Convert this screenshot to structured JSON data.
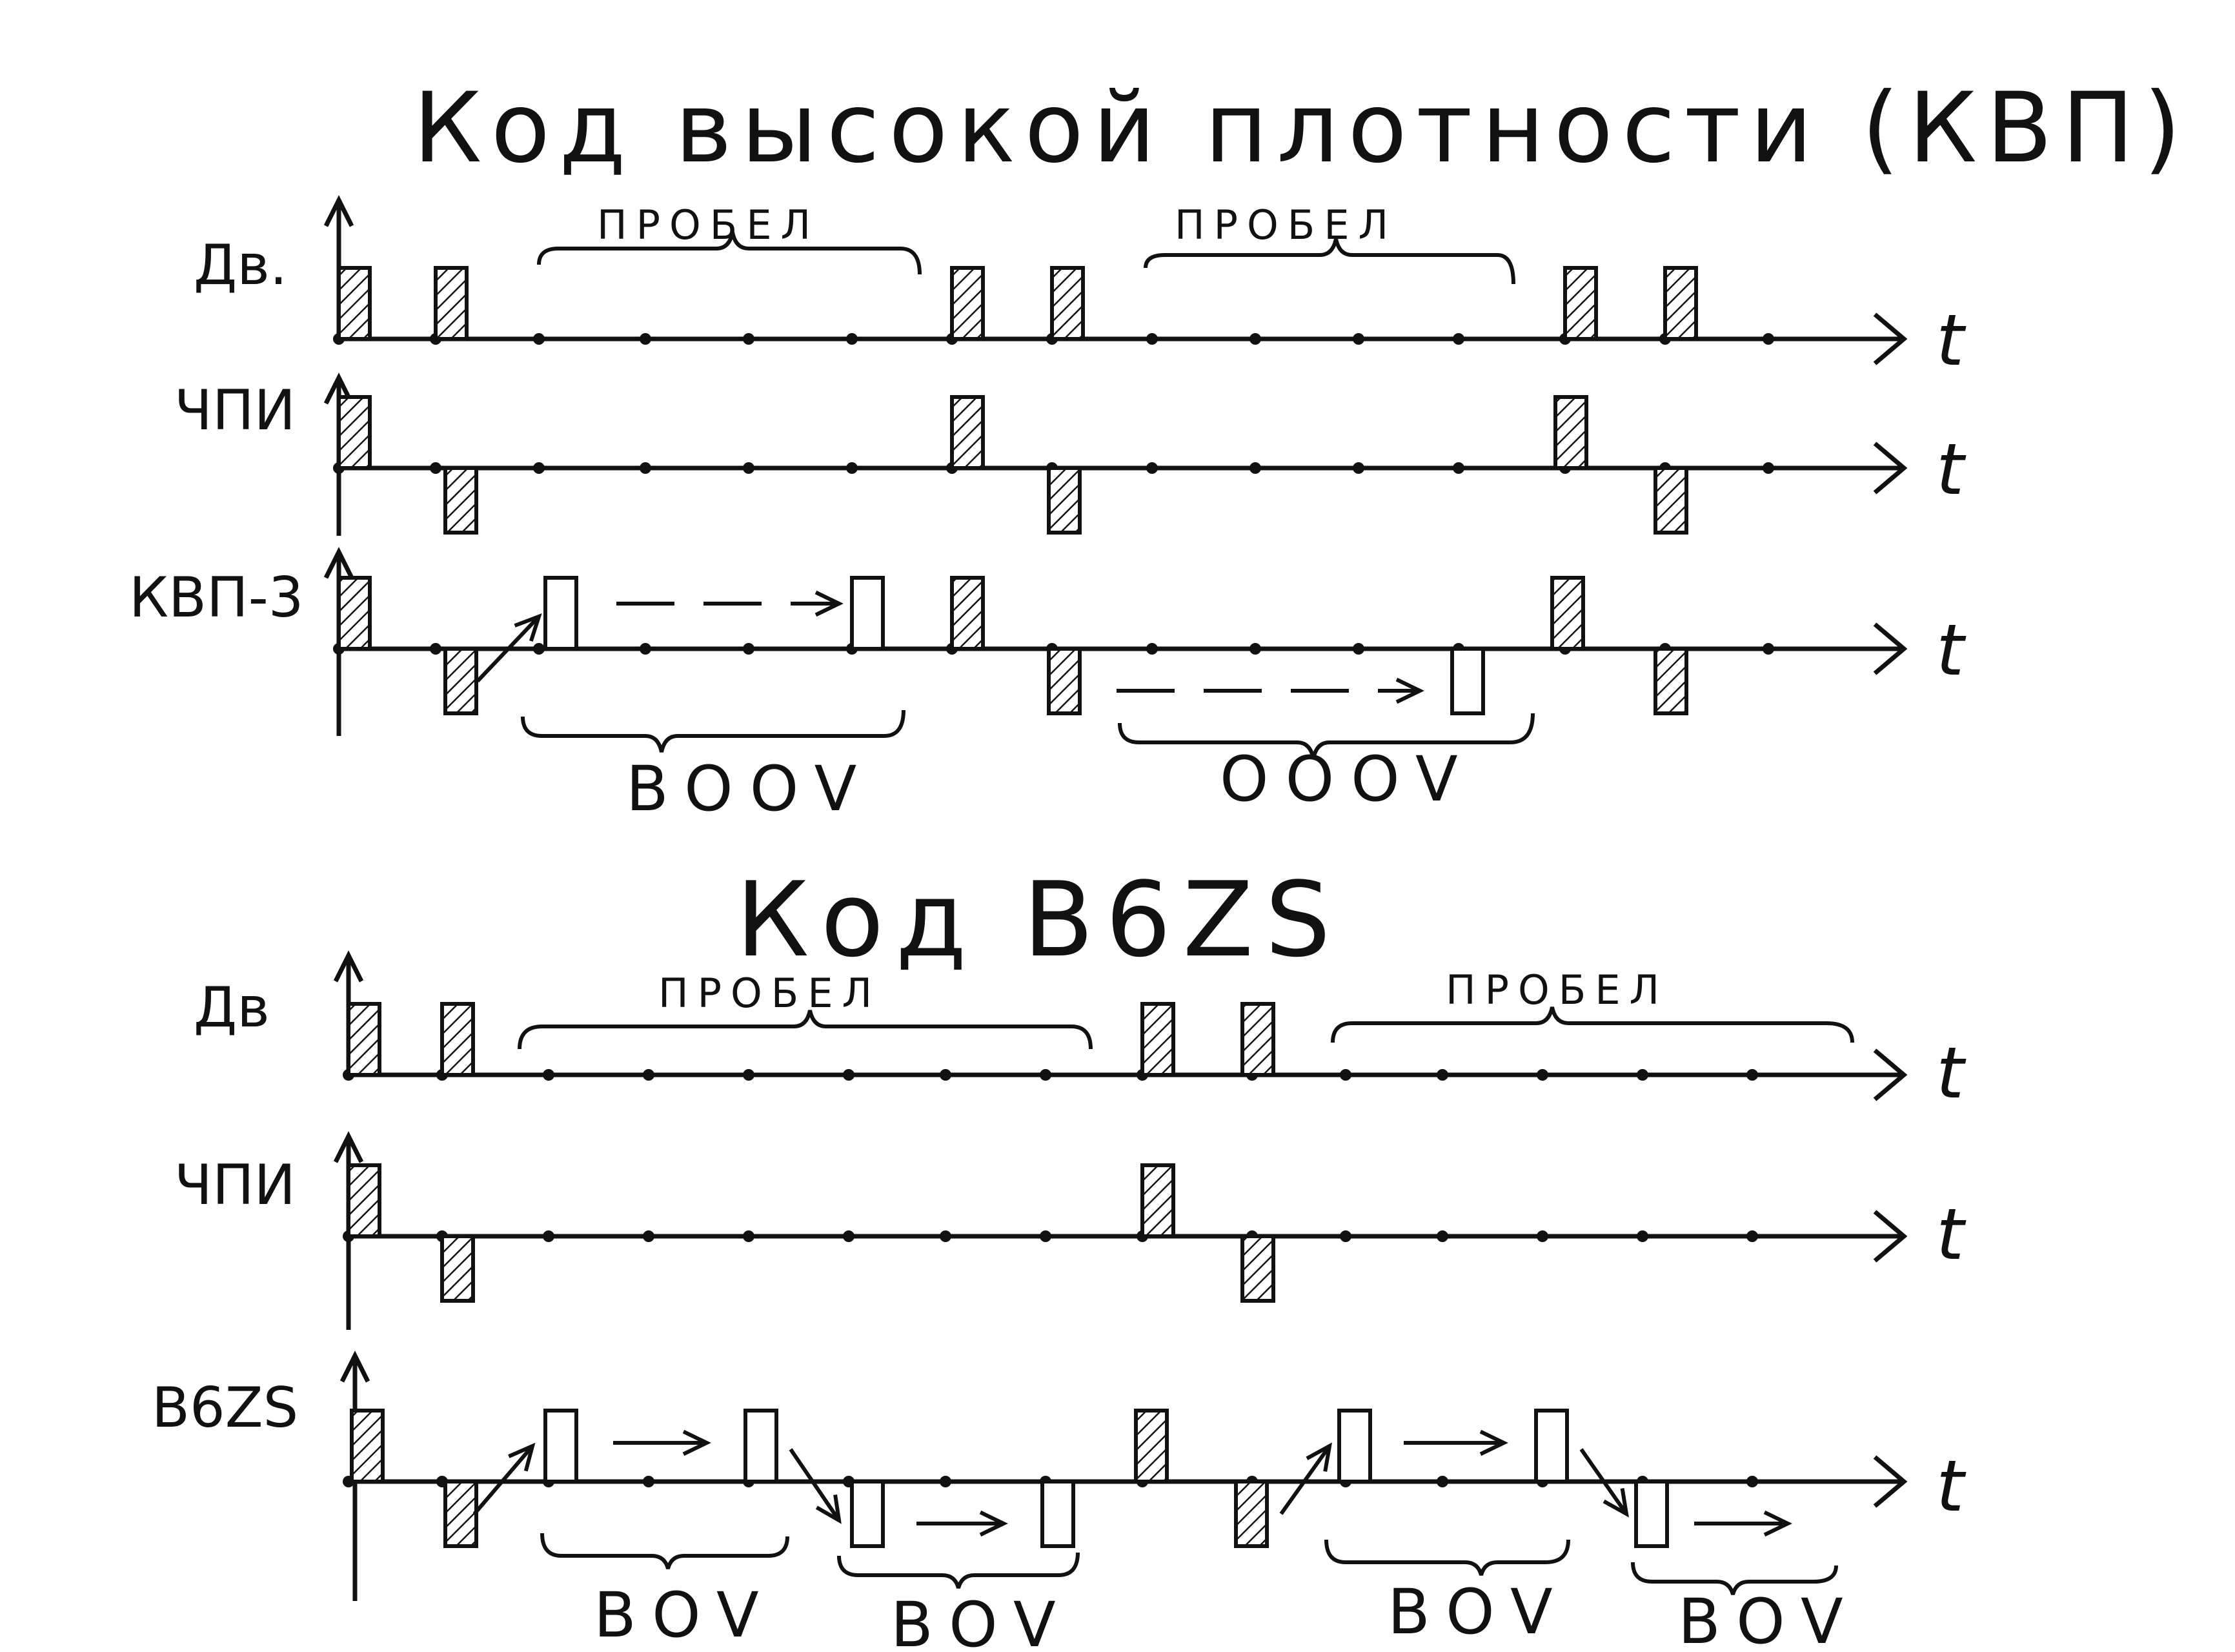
{
  "section1": {
    "title": "Код высокой плотности (КВП)",
    "rows": [
      {
        "label": "Дв.",
        "axis_label": "t"
      },
      {
        "label": "ЧПИ",
        "axis_label": "t"
      },
      {
        "label": "КВП-3",
        "axis_label": "t"
      }
    ],
    "gap_labels": [
      "ПРОБЕЛ",
      "ПРОБЕЛ"
    ],
    "substitution_labels": [
      "BOOV",
      "OOOV"
    ]
  },
  "section2": {
    "title": "Код B6ZS",
    "rows": [
      {
        "label": "Дв",
        "axis_label": "t"
      },
      {
        "label": "ЧПИ",
        "axis_label": "t"
      },
      {
        "label": "B6ZS",
        "axis_label": "t"
      }
    ],
    "gap_labels": [
      "ПРОБЕЛ",
      "ПРОБЕЛ"
    ],
    "substitution_labels": [
      "BOV",
      "BOV",
      "BOV",
      "BOV"
    ]
  },
  "colors": {
    "ink": "#111111",
    "background": "#ffffff"
  }
}
